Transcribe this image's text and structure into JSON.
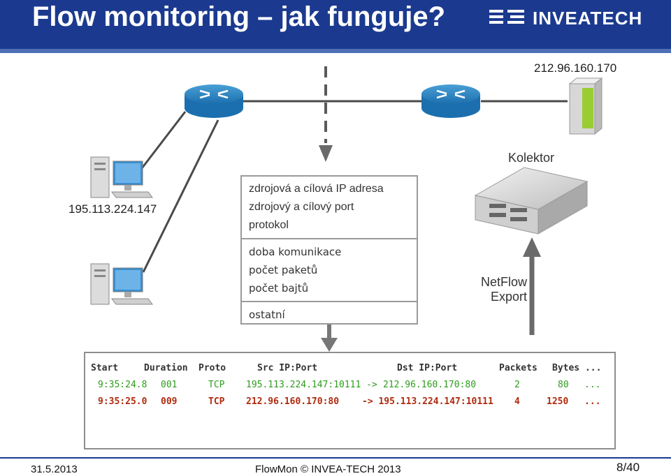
{
  "slide": {
    "title": "Flow monitoring – jak funguje?",
    "logo_text": "INVEATECH"
  },
  "diagram": {
    "src_ip": "195.113.224.147",
    "dst_ip": "212.96.160.170",
    "collector_label": "Kolektor",
    "export_label": [
      "NetFlow",
      "Export"
    ],
    "info_sections": [
      [
        "zdrojová a cílová IP adresa",
        "zdrojový a cílový port",
        "protokol"
      ],
      [
        "doba komunikace",
        "počet paketů",
        "počet bajtů"
      ],
      [
        "ostatní"
      ]
    ]
  },
  "flow_table": {
    "headers": [
      "Start",
      "Duration",
      "Proto",
      "Src IP:Port",
      "Dst IP:Port",
      "Packets",
      "Bytes ..."
    ],
    "rows": [
      [
        "9:35:24.8",
        "001",
        "TCP",
        "195.113.224.147:10111 ->",
        "212.96.160.170:80",
        "2",
        "80",
        "..."
      ],
      [
        "9:35:25.0",
        "009",
        "TCP",
        "212.96.160.170:80",
        "-> 195.113.224.147:10111",
        "4",
        "1250",
        "..."
      ]
    ]
  },
  "footer": {
    "date": "31.5.2013",
    "center": "FlowMon © INVEA-TECH 2013",
    "page": "8/40"
  },
  "colors": {
    "header": "#1b3a8f",
    "row1": "#2e9b1d",
    "row2": "#b02a0e"
  }
}
